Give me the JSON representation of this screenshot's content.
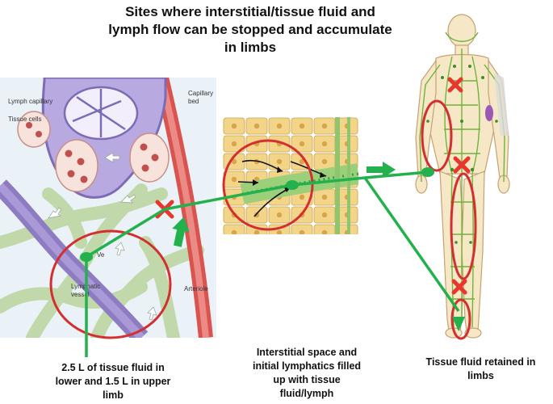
{
  "title": {
    "line1": "Sites where interstitial/tissue fluid and",
    "line2": "lymph flow can be stopped and accumulate",
    "line3": "in limbs"
  },
  "left_panel_labels": {
    "lymph_capillary": "Lymph capillary",
    "tissue_cells": "Tissue cells",
    "capillary_bed_1": "Capillary",
    "capillary_bed_2": "bed",
    "lymphatic_vessel_1": "Lymphatic",
    "lymphatic_vessel_2": "vessel",
    "arteriole": "Arteriole",
    "venule_fragment": "Ve"
  },
  "captions": {
    "left": {
      "line1": "2.5 L of tissue fluid in",
      "line2": "lower and 1.5 L in upper",
      "line3": "limb"
    },
    "middle": {
      "line1": "Interstitial space and",
      "line2": "initial lymphatics filled",
      "line3": "up with tissue",
      "line4": "fluid/lymph"
    },
    "right": {
      "line1": "Tissue fluid retained in",
      "line2": "limbs"
    }
  },
  "colors": {
    "arrow_green": "#22b14c",
    "highlight_red": "#d32f2f",
    "cross_red": "#e8372a",
    "lymph_purple": "#8e7cc3",
    "vein_red": "#d9534f"
  }
}
